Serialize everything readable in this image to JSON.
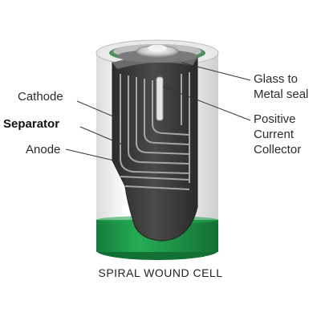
{
  "labels": {
    "cathode": "Cathode",
    "separator": "Separator",
    "anode": "Anode",
    "glass_seal_line1": "Glass to",
    "glass_seal_line2": "Metal seal",
    "collector_line1": "Positive",
    "collector_line2": "Current",
    "collector_line3": "Collector"
  },
  "caption": "SPIRAL WOUND CELL",
  "colors": {
    "body": "#f4f4f4",
    "band": "#1f9b4a",
    "core": "#3b3b3b",
    "winding": "#9a9a9a",
    "leader": "#333333"
  }
}
